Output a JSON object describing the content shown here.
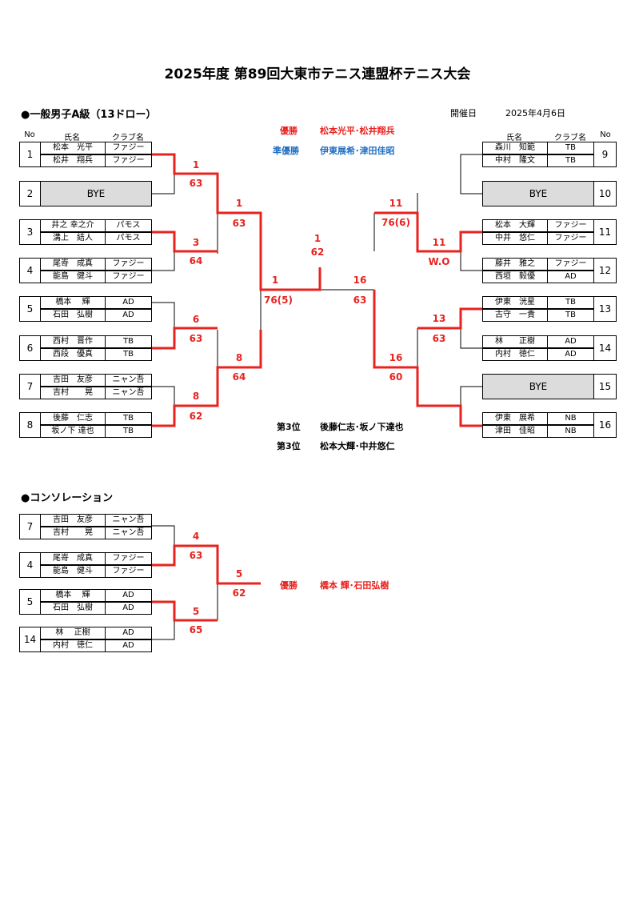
{
  "title": "2025年度 第89回大東市テニス連盟杯テニス大会",
  "main_section": "●一般男子A級（13ドロー）",
  "date_label": "開催日",
  "date_value": "2025年4月6日",
  "headers": {
    "no": "No",
    "name": "氏名",
    "club": "クラブ名"
  },
  "results": {
    "winner_label": "優勝",
    "winner": "松本光平･松井翔兵",
    "runner_label": "準優勝",
    "runner": "伊東展希･津田佳昭",
    "third_label": "第3位",
    "third1": "後藤仁志･坂ノ下達也",
    "third2": "松本大輝･中井悠仁"
  },
  "left_entries": [
    {
      "no": "1",
      "p1": "松本　光平",
      "c1": "ファジー",
      "p2": "松井　翔兵",
      "c2": "ファジー"
    },
    {
      "no": "2",
      "bye": "BYE"
    },
    {
      "no": "3",
      "p1": "井之 幸之介",
      "c1": "パモス",
      "p2": "溝上　結人",
      "c2": "パモス"
    },
    {
      "no": "4",
      "p1": "尾嵜　成真",
      "c1": "ファジー",
      "p2": "能島　健斗",
      "c2": "ファジー"
    },
    {
      "no": "5",
      "p1": "橋本　 輝",
      "c1": "AD",
      "p2": "石田　弘樹",
      "c2": "AD"
    },
    {
      "no": "6",
      "p1": "西村　晋作",
      "c1": "TB",
      "p2": "西段　優真",
      "c2": "TB"
    },
    {
      "no": "7",
      "p1": "吉田　友彦",
      "c1": "ニャン吾",
      "p2": "吉村　　晃",
      "c2": "ニャン吾"
    },
    {
      "no": "8",
      "p1": "後藤　仁志",
      "c1": "TB",
      "p2": "坂ノ下 達也",
      "c2": "TB"
    }
  ],
  "right_entries": [
    {
      "no": "9",
      "p1": "森川　知範",
      "c1": "TB",
      "p2": "中村　隆文",
      "c2": "TB"
    },
    {
      "no": "10",
      "bye": "BYE"
    },
    {
      "no": "11",
      "p1": "松本　大輝",
      "c1": "ファジー",
      "p2": "中井　悠仁",
      "c2": "ファジー"
    },
    {
      "no": "12",
      "p1": "藤井　雅之",
      "c1": "ファジー",
      "p2": "西垣　毅優",
      "c2": "AD"
    },
    {
      "no": "13",
      "p1": "伊東　洸星",
      "c1": "TB",
      "p2": "古守　一貴",
      "c2": "TB"
    },
    {
      "no": "14",
      "p1": "林　　正樹",
      "c1": "AD",
      "p2": "内村　徳仁",
      "c2": "AD"
    },
    {
      "no": "15",
      "bye": "BYE"
    },
    {
      "no": "16",
      "p1": "伊東　展希",
      "c1": "NB",
      "p2": "津田　佳昭",
      "c2": "NB"
    }
  ],
  "scores_main": {
    "r1_12_w": "1",
    "r1_12_s": "63",
    "r1_34_w": "3",
    "r1_34_s": "64",
    "r1_56_w": "6",
    "r1_56_s": "63",
    "r1_78_w": "8",
    "r1_78_s": "62",
    "qf_top_w": "1",
    "qf_top_s": "63",
    "qf_bot_w": "8",
    "qf_bot_s": "64",
    "sf_left_w": "1",
    "sf_left_s": "76(5)",
    "final_w": "1",
    "final_s": "62",
    "sf_right_w": "16",
    "sf_right_s": "63",
    "qf_rtop_w": "11",
    "qf_rtop_s": "76(6)",
    "r1_1112_w": "11",
    "r1_1112_s": "W.O",
    "r1_1314_w": "13",
    "r1_1314_s": "63",
    "qf_rbot_w": "16",
    "qf_rbot_s": "60"
  },
  "consolation_section": "●コンソレーション",
  "consolation_entries": [
    {
      "no": "7",
      "p1": "吉田　友彦",
      "c1": "ニャン吾",
      "p2": "吉村　　晃",
      "c2": "ニャン吾"
    },
    {
      "no": "4",
      "p1": "尾嵜　成真",
      "c1": "ファジー",
      "p2": "能島　健斗",
      "c2": "ファジー"
    },
    {
      "no": "5",
      "p1": "橋本　 輝",
      "c1": "AD",
      "p2": "石田　弘樹",
      "c2": "AD"
    },
    {
      "no": "14",
      "p1": "林　 正樹",
      "c1": "AD",
      "p2": "内村　徳仁",
      "c2": "AD"
    }
  ],
  "scores_cons": {
    "r1_a_w": "4",
    "r1_a_s": "63",
    "r1_b_w": "5",
    "r1_b_s": "65",
    "final_w": "5",
    "final_s": "62"
  },
  "consolation_result": {
    "label": "優勝",
    "value": "橋本 輝･石田弘樹"
  }
}
